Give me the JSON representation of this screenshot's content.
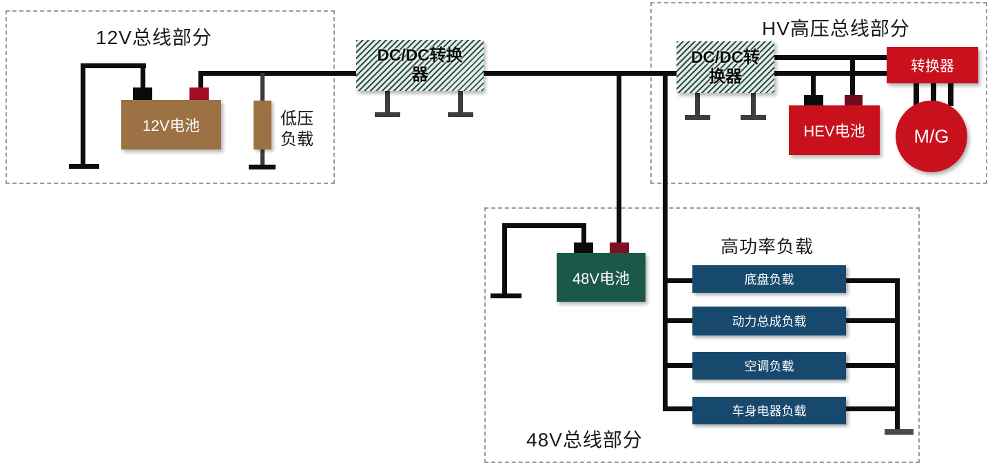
{
  "diagram": {
    "sections": {
      "bus12v": {
        "title": "12V总线部分"
      },
      "busHv": {
        "title": "HV高压总线部分"
      },
      "bus48v": {
        "title": "48V总线部分"
      }
    },
    "blocks": {
      "dcdcMid": {
        "label": "DC/DC转换器",
        "line1": "DC/DC转换",
        "line2": "器"
      },
      "dcdcHv": {
        "label": "DC/DC转换器",
        "line1": "DC/DC转",
        "line2": "换器"
      },
      "converter": {
        "label": "转换器"
      },
      "hevBattery": {
        "label": "HEV电池"
      },
      "motorGenerator": {
        "label": "M/G"
      },
      "battery12v": {
        "label": "12V电池"
      },
      "lvLoad": {
        "label": "低压负载",
        "line1": "低压",
        "line2": "负载"
      },
      "battery48v": {
        "label": "48V电池"
      },
      "highPower": {
        "title": "高功率负载",
        "loads": [
          "底盘负载",
          "动力总成负载",
          "空调负载",
          "车身电器负载"
        ]
      }
    },
    "colors": {
      "red": "#c9111e",
      "brown": "#9c7245",
      "green": "#1c584a",
      "navy": "#17496f",
      "crimsonTerminal": "#a30e27",
      "maroonTerminal": "#7e1124",
      "wire": "#0d0d0d",
      "hatchBackground": "#def1e9",
      "dashedBorder": "#9a9a9a"
    }
  }
}
